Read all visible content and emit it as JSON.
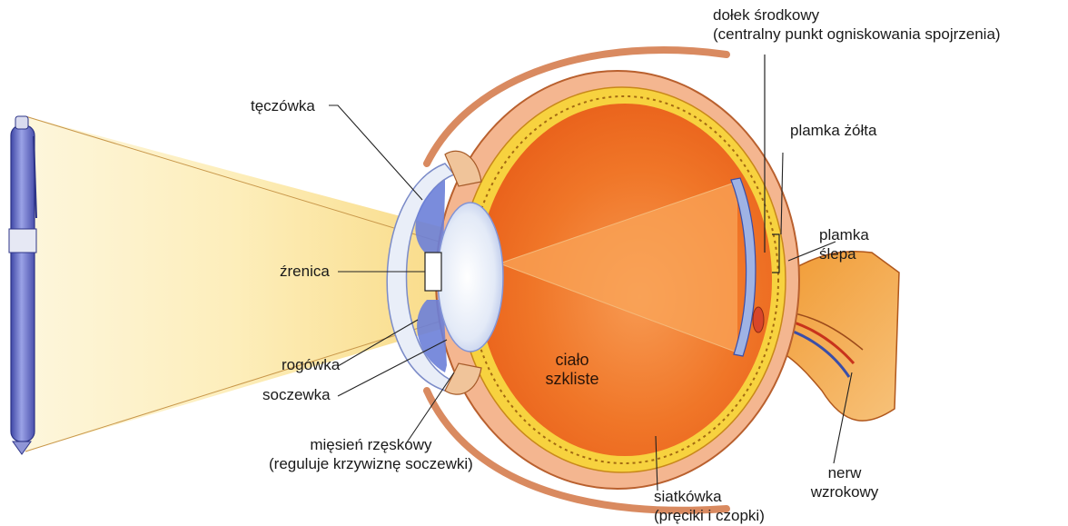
{
  "labels": {
    "dolek_line1": "dołek środkowy",
    "dolek_line2": "(centralny punkt ogniskowania spojrzenia)",
    "teczowka": "tęczówka",
    "plamka_zolta": "plamka żółta",
    "plamka_slepa_line1": "plamka",
    "plamka_slepa_line2": "ślepa",
    "zrenica": "źrenica",
    "rogowka": "rogówka",
    "soczewka": "soczewka",
    "cialo_line1": "ciało",
    "cialo_line2": "szkliste",
    "miesien_line1": "mięsień rzęskowy",
    "miesien_line2": "(reguluje krzywiznę soczewki)",
    "siatkowka_line1": "siatkówka",
    "siatkowka_line2": "(pręciki i czopki)",
    "nerw_line1": "nerw",
    "nerw_line2": "wzrokowy"
  },
  "colors": {
    "sclera": "#f3b08c",
    "choroid": "#f7d23f",
    "vitreous": "#ef6a1e",
    "vitreous_light": "#f9a25a",
    "lens": "#dfe8f6",
    "cornea": "#e9eef8",
    "iris": "#6b7fd8",
    "light_cone": "#fdeebc",
    "pen": "#6c72c9",
    "nerve": "#f4b26b"
  }
}
